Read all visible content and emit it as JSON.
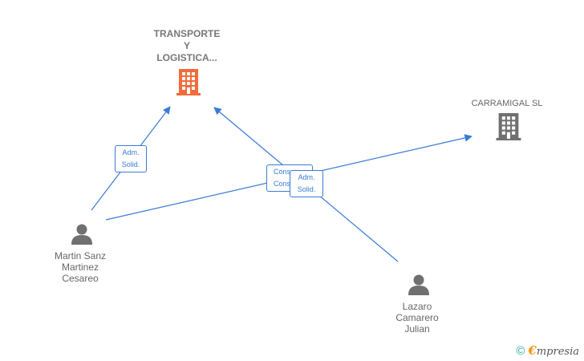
{
  "nodes": {
    "company_main": {
      "label_lines": [
        "TRANSPORTE",
        "Y",
        "LOGISTICA..."
      ],
      "color": "#f26b3a"
    },
    "company_other": {
      "label": "CARRAMIGAL SL",
      "color": "#707070"
    },
    "person_martin": {
      "label_lines": [
        "Martin Sanz",
        "Martinez",
        "Cesareo"
      ]
    },
    "person_lazaro": {
      "label_lines": [
        "Lazaro",
        "Camarero",
        "Julian"
      ]
    }
  },
  "edges": {
    "martin_to_main": {
      "line1": "Adm.",
      "line2": "Solid."
    },
    "martin_to_other": {
      "line1": "Cons.",
      "line2": "Cons."
    },
    "lazaro_to_main": {
      "line1": "Adm.",
      "line2": "Solid."
    }
  },
  "footer": {
    "copyright": "©",
    "brand_first": "€",
    "brand_rest": "mpresia"
  },
  "colors": {
    "edge": "#3a7bd5",
    "person_icon": "#707070"
  }
}
